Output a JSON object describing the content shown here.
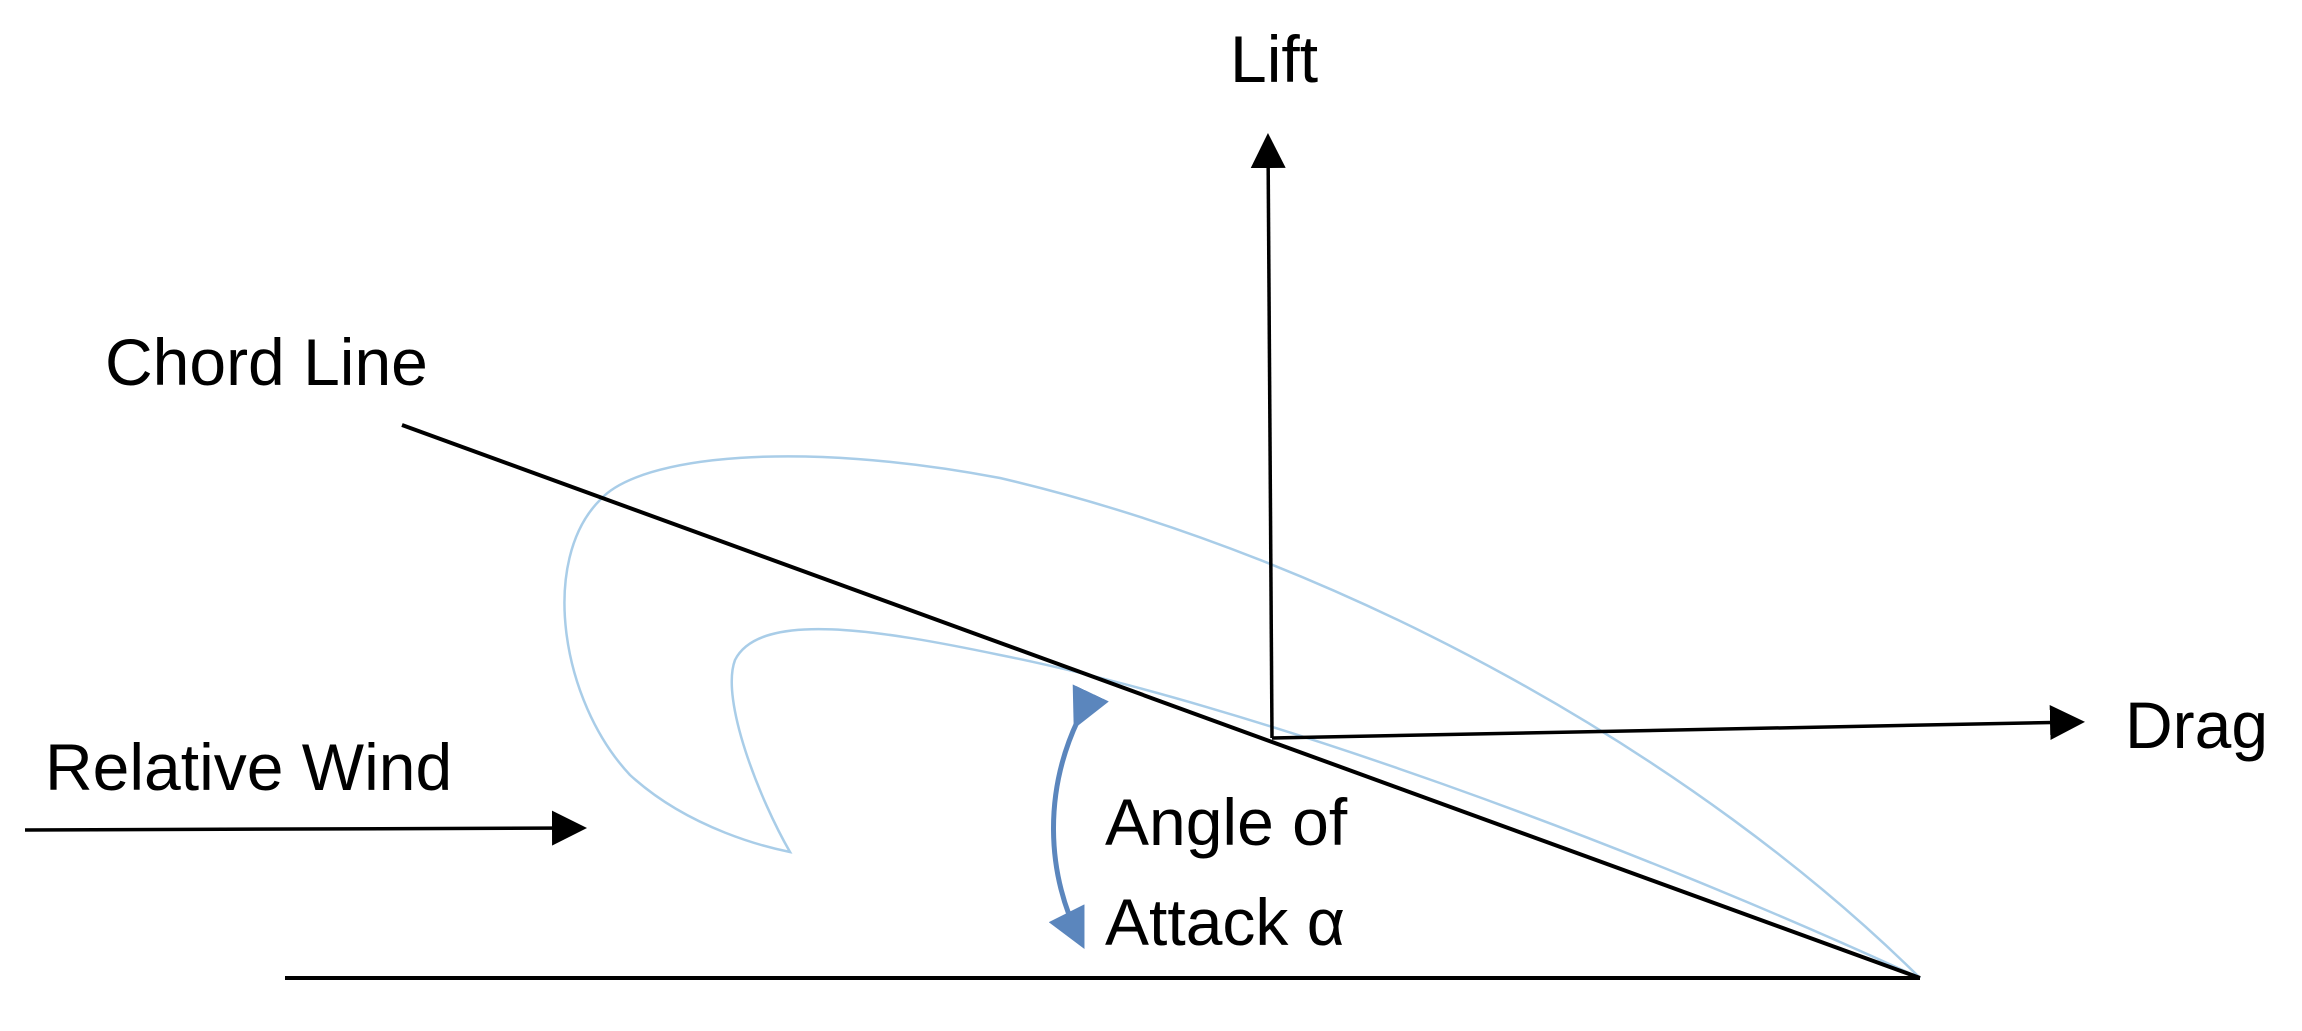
{
  "labels": {
    "lift": "Lift",
    "drag": "Drag",
    "chord_line": "Chord Line",
    "relative_wind": "Relative Wind",
    "angle_line1": "Angle of",
    "angle_line2": "Attack α"
  },
  "colors": {
    "line": "#000000",
    "airfoil_outline": "#a9cde8",
    "angle_arrow": "#5b86bd",
    "background": "#ffffff"
  },
  "icons": {
    "lift_arrow": "arrow-up",
    "drag_arrow": "arrow-right",
    "wind_arrow": "arrow-right",
    "angle_arrow": "double-headed-curved-arrow"
  }
}
